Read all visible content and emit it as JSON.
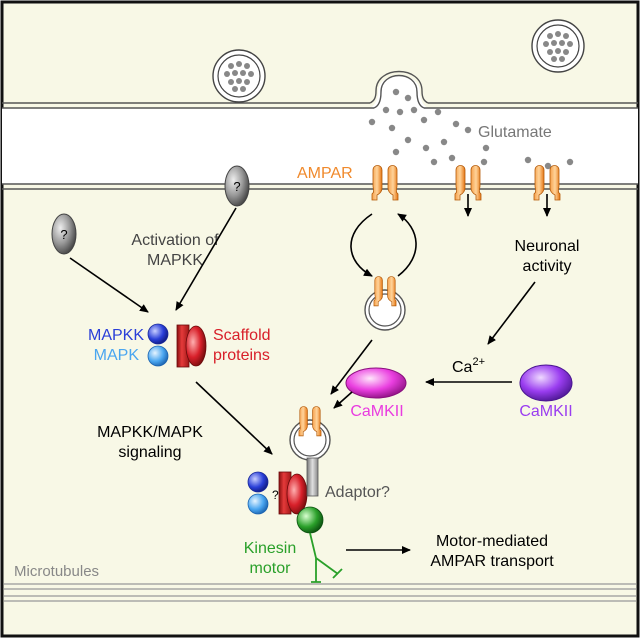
{
  "labels": {
    "glutamate": "Glutamate",
    "ampar": "AMPAR",
    "unknown": "?",
    "activation_line1": "Activation of",
    "activation_line2": "MAPKK",
    "neuronal_line1": "Neuronal",
    "neuronal_line2": "activity",
    "mapkk": "MAPKK",
    "mapk": "MAPK",
    "scaffold_line1": "Scaffold",
    "scaffold_line2": "proteins",
    "ca": "Ca",
    "ca_sup": "2+",
    "camkii_left": "CaMKII",
    "camkii_right": "CaMKII",
    "signaling_line1": "MAPKK/MAPK",
    "signaling_line2": "signaling",
    "adaptor": "Adaptor?",
    "kinesin_line1": "Kinesin",
    "kinesin_line2": "motor",
    "motor_line1": "Motor-mediated",
    "motor_line2": "AMPAR transport",
    "microtubules": "Microtubules"
  },
  "colors": {
    "background": "#f8f8e6",
    "ampar": "#f08a2c",
    "mapkk": "#2a3fd8",
    "mapk": "#4aa6f0",
    "scaffold": "#d8202a",
    "camkii_pink": "#e93be0",
    "camkii_purple": "#9a3df0",
    "kinesin": "#2aa02a",
    "membrane": "#555555",
    "microtubule": "#999999"
  }
}
